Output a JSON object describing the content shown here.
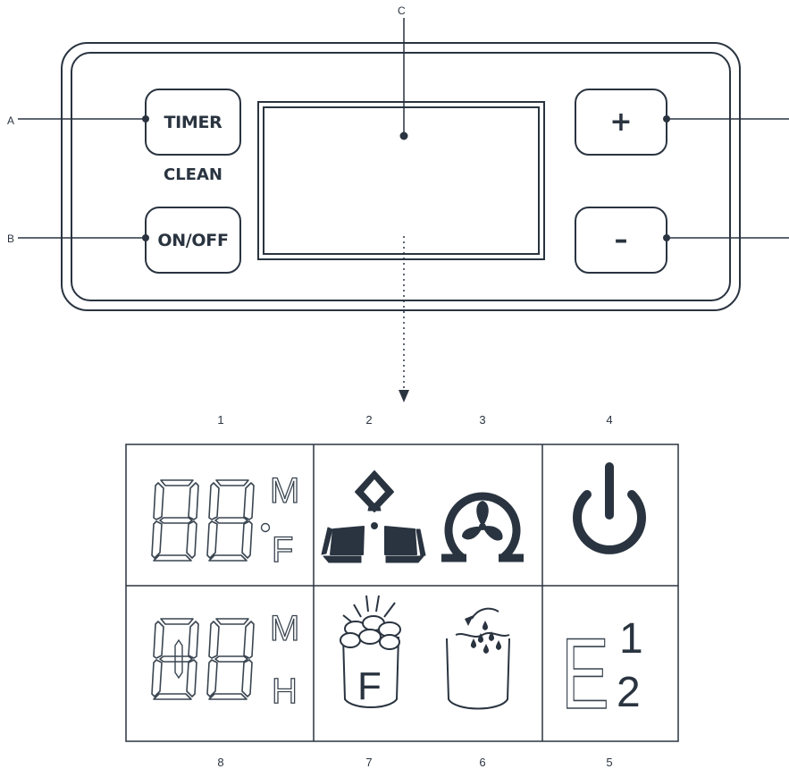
{
  "callouts": {
    "a": "A",
    "b": "B",
    "c": "C"
  },
  "buttons": {
    "timer": "TIMER",
    "clean": "CLEAN",
    "onoff": "ON/OFF",
    "plus": "+",
    "minus": "–"
  },
  "legend_numbers": {
    "n1": "1",
    "n2": "2",
    "n3": "3",
    "n4": "4",
    "n5": "5",
    "n6": "6",
    "n7": "7",
    "n8": "8"
  },
  "display": {
    "timer_units": {
      "top": "M",
      "bottom": "F"
    },
    "clock_units": {
      "top": "M",
      "bottom": "H"
    },
    "filter_letter": "F",
    "error_letter": "E",
    "error_codes": {
      "top": "1",
      "bottom": "2"
    }
  },
  "colors": {
    "ink": "#2a3440",
    "segment": "#3a4550"
  }
}
